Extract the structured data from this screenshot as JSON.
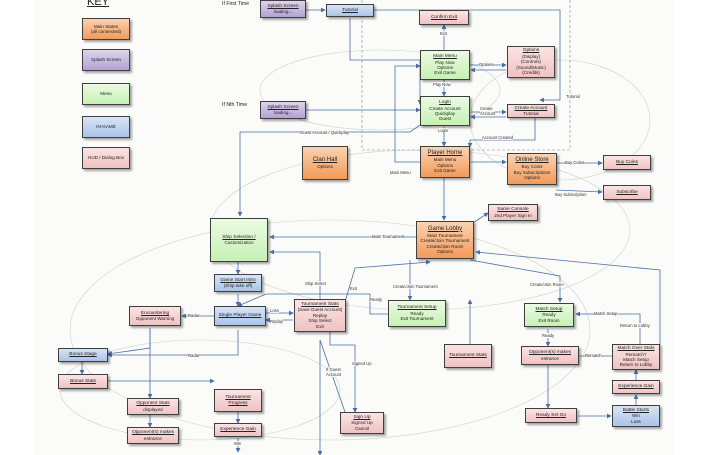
{
  "key": {
    "title": "KEY",
    "items": [
      {
        "label": "Main States\n(all connected)"
      },
      {
        "label": "Splash Screen"
      },
      {
        "label": "Menu"
      },
      {
        "label": "IN-GAME"
      },
      {
        "label": "HUD / Dialog Box"
      }
    ]
  },
  "side_labels": {
    "first_time": "If First Time",
    "nth_time": "If Nth Time"
  },
  "nodes": {
    "splash1": {
      "title": "Splash Screen",
      "lines": [
        "loading..."
      ]
    },
    "tutorial": {
      "title": "Tutorial",
      "lines": []
    },
    "confirm_exit": {
      "title": "Confirm Exit",
      "lines": []
    },
    "main_menu": {
      "title": "Main Menu",
      "lines": [
        "Play Now",
        "Options",
        "Exit Game"
      ]
    },
    "options": {
      "title": "Options",
      "lines": [
        "(Display)",
        "(Controls)",
        "(Sound/Music)",
        "(Credits)"
      ]
    },
    "splash2": {
      "title": "Splash Screen",
      "lines": [
        "loading..."
      ]
    },
    "login": {
      "title": "Login",
      "lines": [
        "Create Account",
        "Quickplay",
        "Guest"
      ]
    },
    "create_account": {
      "title": "Create Account",
      "lines": [
        "Tutorial"
      ]
    },
    "clan_hall": {
      "title": "Clan Hall",
      "lines": [
        "Options"
      ]
    },
    "player_home": {
      "title": "Player Home",
      "lines": [
        "Main Menu",
        "Options",
        "Exit Game"
      ]
    },
    "online_store": {
      "title": "Online Store",
      "lines": [
        "Buy Coins",
        "Buy Subscriptions",
        "Options"
      ]
    },
    "buy_coins": {
      "title": "Buy Coins",
      "lines": []
    },
    "subscribe": {
      "title": "Subscribe",
      "lines": []
    },
    "same_console": {
      "title": "Same Console",
      "lines": [
        "2nd Player Sign In"
      ]
    },
    "game_lobby": {
      "title": "Game Lobby",
      "lines": [
        "Main Tournament",
        "Create/Join Tournament",
        "Create/Join Room",
        "Options"
      ]
    },
    "ship_selection": {
      "title": "Ship Selection /",
      "lines": [
        "Customization"
      ]
    },
    "game_start_intro": {
      "title": "Game Start Intro",
      "lines": [
        "(Ship take off)"
      ]
    },
    "tournament_stats1": {
      "title": "Tournament Stats",
      "lines": [
        "(Save Guest Account)",
        "Replay",
        "Ship Select",
        "Exit"
      ]
    },
    "tournament_setup": {
      "title": "Tournament Setup",
      "lines": [
        "Ready",
        "Exit Tournament"
      ]
    },
    "match_setup": {
      "title": "Match Setup",
      "lines": [
        "Ready",
        "Exit Room"
      ]
    },
    "encountering": {
      "title": "Encountering",
      "lines": [
        "Opponent Warning"
      ]
    },
    "single_player": {
      "title": "Single Player Game",
      "lines": []
    },
    "opponent_makes1": {
      "title": "Opponent(s) makes",
      "lines": [
        "entrance"
      ]
    },
    "match_over": {
      "title": "Match Over Stats",
      "lines": [
        "Rematch?",
        "Match Setup",
        "Return to Lobby"
      ]
    },
    "bonus_stage": {
      "title": "Bonus Stage",
      "lines": []
    },
    "bonus_stats": {
      "title": "Bonus Stats",
      "lines": []
    },
    "tournament_stats2": {
      "title": "Tournament Stats",
      "lines": []
    },
    "opponent_stats": {
      "title": "Opponent Stats",
      "lines": [
        "displayed"
      ]
    },
    "tournament_progress": {
      "title": "Tournament Progress",
      "lines": []
    },
    "experience_gain1": {
      "title": "Experience Gain",
      "lines": []
    },
    "experience_gain2": {
      "title": "Experience Gain",
      "lines": []
    },
    "ready_set_go": {
      "title": "Ready Set Go",
      "lines": []
    },
    "battle_starts": {
      "title": "Battle Starts",
      "lines": [
        "Win",
        "Loss"
      ]
    },
    "opponent_makes2": {
      "title": "Opponent(s) makes",
      "lines": [
        "entrance"
      ]
    },
    "sign_up": {
      "title": "Sign Up",
      "lines": [
        "Signed Up",
        "Cancel"
      ]
    }
  },
  "edge_labels": {
    "exit": "Exit",
    "options": "Options",
    "play_now": "Play Now",
    "tutorial": "Tutorial",
    "create_account": "Create\nAccount",
    "login": "Login",
    "account_created": "Account Created",
    "guest_quickplay": "Guest Account / Quickplay",
    "main_menu": "Main Menu",
    "buy_coins": "Buy Coins",
    "buy_subscription": "Buy Subscription",
    "main_tournament": "Main Tournament",
    "ship_select": "Ship Select",
    "exit2": "Exit",
    "create_join_tournament": "Create/Join Tournament",
    "create_join_room": "Create/Join Room",
    "ready": "Ready",
    "radar": "Radar",
    "loss": "Loss",
    "replay": "Replay",
    "match_setup": "Match Setup",
    "return_to_lobby": "Return to Lobby",
    "ready2": "Ready",
    "radar2": "Radar",
    "if_guest": "If Guest\nAccount",
    "signed_up": "Signed Up",
    "rematch": "Rematch",
    "win": "Win"
  },
  "colors": {
    "main_state": "#f29a5a",
    "splash": "#b2a2d2",
    "menu": "#c6f1b4",
    "in_game": "#a9c3ea",
    "hud": "#f0c2c2",
    "edge": "#4a6fa5"
  }
}
